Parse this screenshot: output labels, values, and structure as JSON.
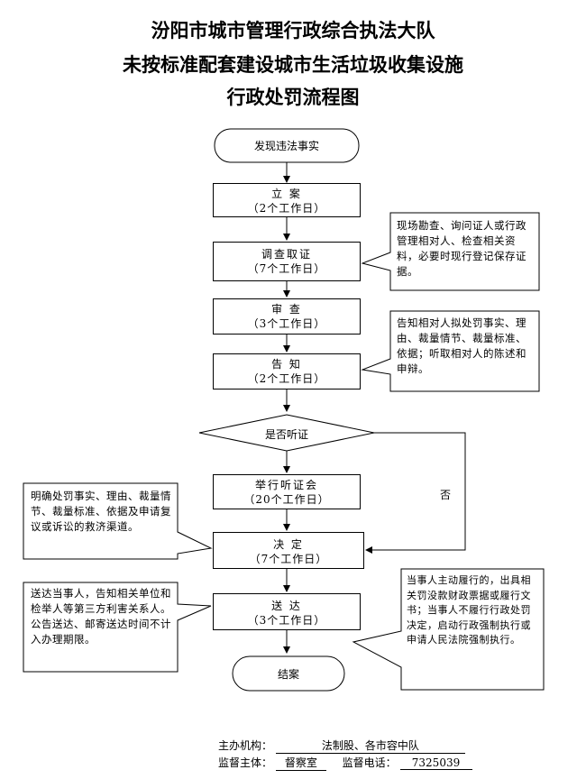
{
  "title": {
    "line1": "汾阳市城市管理行政综合执法大队",
    "line2": "未按标准配套建设城市生活垃圾收集设施",
    "line3": "行政处罚流程图"
  },
  "steps": {
    "start": "发现违法事实",
    "lian": {
      "label": "立 案",
      "days": "（2个工作日）"
    },
    "diaocha": {
      "label": "调查取证",
      "days": "（7个工作日）"
    },
    "shencha": {
      "label": "审 查",
      "days": "（3个工作日）"
    },
    "gaozhi": {
      "label": "告 知",
      "days": "（2个工作日）"
    },
    "decision": "是否听证",
    "tingzheng": {
      "label": "举行听证会",
      "days": "（20个工作日）"
    },
    "jueding": {
      "label": "决 定",
      "days": "（7个工作日）"
    },
    "songda": {
      "label": "送 达",
      "days": "（3个工作日）"
    },
    "end": "结案",
    "no_label": "否"
  },
  "notes": {
    "diaocha": "现场勘查、询问证人或行政管理相对人、检查相关资料，必要时现行登记保存证据。",
    "gaozhi": "告知相对人拟处罚事实、理由、裁量情节、裁量标准、依据；听取相对人的陈述和申辩。",
    "jueding": "明确处罚事实、理由、裁量情节、裁量标准、依据及申请复议或诉讼的救济渠道。",
    "songda": "送达当事人，告知相关单位和检举人等第三方利害关系人。公告送达、邮寄送达时间不计入办理期限。",
    "zhixing": "当事人主动履行的，出具相关罚没款财政票据或履行文书；当事人不履行行政处罚决定，启动行政强制执行或申请人民法院强制执行。"
  },
  "footer": {
    "organizer_label": "主办机构：",
    "organizer": "法制股、各市容中队",
    "supervisor_label": "监督主体：",
    "supervisor": "督察室",
    "phone_label": "监督电话：",
    "phone": "7325039"
  }
}
